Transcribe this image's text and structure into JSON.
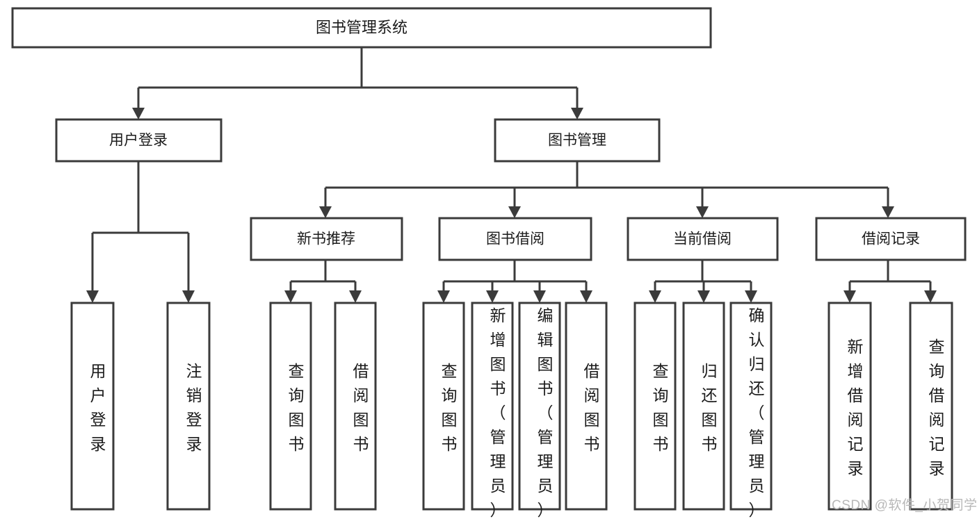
{
  "diagram": {
    "title": "图书管理系统",
    "type": "hierarchy-tree",
    "orientation": "top-down",
    "levels": 4,
    "colors": {
      "stroke": "#3b3b3b",
      "fill": "#ffffff",
      "text": "#1b1b1b",
      "watermark": "#b8b8b8",
      "background": "#ffffff"
    },
    "root": {
      "id": "root",
      "label": "图书管理系统"
    },
    "level2": [
      {
        "id": "user-login",
        "label": "用户登录"
      },
      {
        "id": "book-management",
        "label": "图书管理"
      }
    ],
    "level3": [
      {
        "id": "new-book-recommend",
        "label": "新书推荐",
        "parent": "book-management"
      },
      {
        "id": "book-borrow",
        "label": "图书借阅",
        "parent": "book-management"
      },
      {
        "id": "current-borrow",
        "label": "当前借阅",
        "parent": "book-management"
      },
      {
        "id": "borrow-record",
        "label": "借阅记录",
        "parent": "book-management"
      }
    ],
    "leaves": {
      "user-login": [
        {
          "id": "leaf-user-login",
          "label": "用户登录"
        },
        {
          "id": "leaf-user-logout",
          "label": "注销登录"
        }
      ],
      "new-book-recommend": [
        {
          "id": "leaf-query-book-1",
          "label": "查询图书"
        },
        {
          "id": "leaf-borrow-book-1",
          "label": "借阅图书"
        }
      ],
      "book-borrow": [
        {
          "id": "leaf-query-book-2",
          "label": "查询图书"
        },
        {
          "id": "leaf-add-book",
          "label": "新增图书（管理员）"
        },
        {
          "id": "leaf-edit-book",
          "label": "编辑图书（管理员）"
        },
        {
          "id": "leaf-borrow-book-2",
          "label": "借阅图书"
        }
      ],
      "current-borrow": [
        {
          "id": "leaf-query-book-3",
          "label": "查询图书"
        },
        {
          "id": "leaf-return-book",
          "label": "归还图书"
        },
        {
          "id": "leaf-confirm-return",
          "label": "确认归还（管理员）"
        }
      ],
      "borrow-record": [
        {
          "id": "leaf-add-record",
          "label": "新增借阅记录"
        },
        {
          "id": "leaf-query-record",
          "label": "查询借阅记录"
        }
      ]
    }
  },
  "watermark": {
    "text": "CSDN @软件_小贺同学"
  }
}
